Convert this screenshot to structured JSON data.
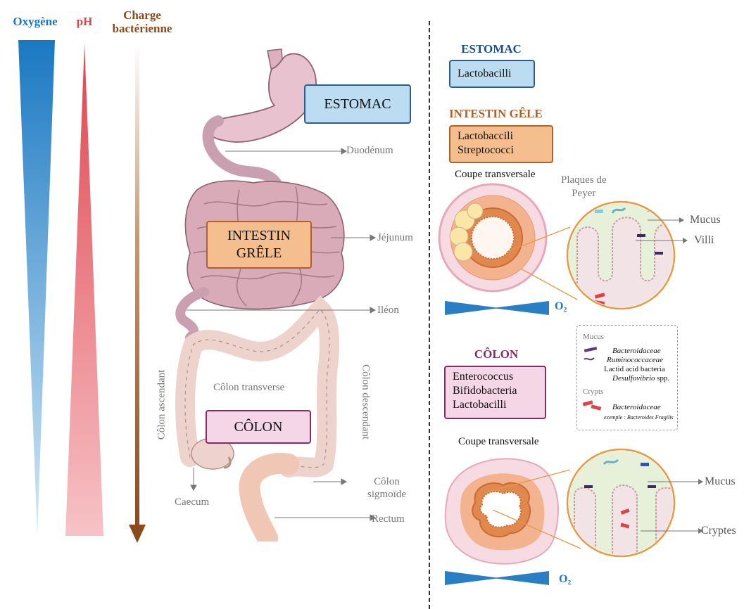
{
  "gradients": {
    "oxygen": {
      "label": "Oxygène",
      "color": "#1a78c2"
    },
    "ph": {
      "label": "pH",
      "color": "#e0454f"
    },
    "bacterial_load": {
      "label_line1": "Charge",
      "label_line2": "bactérienne",
      "color": "#8b4a1c"
    }
  },
  "organs": {
    "estomac": "ESTOMAC",
    "intestin_line1": "INTESTIN",
    "intestin_line2": "GRÊLE",
    "colon": "CÔLON"
  },
  "anatomy_labels": {
    "duodenum": "Duodénum",
    "jejunum": "Jéjunum",
    "ileon": "Iléon",
    "colon_transverse": "Côlon transverse",
    "colon_ascendant": "Côlon ascendant",
    "colon_descendant": "Côlon descendant",
    "caecum": "Caecum",
    "colon_sigmoide_line1": "Côlon",
    "colon_sigmoide_line2": "sigmoïde",
    "rectum": "Rectum"
  },
  "right_panel": {
    "estomac": {
      "title": "ESTOMAC",
      "bacteria": [
        "Lactobacilli"
      ],
      "title_color": "#1f4f8a",
      "box_bg": "#bcdcf2",
      "box_border": "#2c5d8e"
    },
    "intestin": {
      "title": "INTESTIN GÊLE",
      "bacteria": [
        "Lactobaccili",
        "Streptococci"
      ],
      "title_color": "#b0602a",
      "box_bg": "#f5be8e",
      "box_border": "#b0602a"
    },
    "colon": {
      "title": "CÔLON",
      "bacteria": [
        "Enterococcus",
        "Bifidobacteria",
        "Lactobacilli"
      ],
      "title_color": "#8a2a5e",
      "box_bg": "#f4d6e6",
      "box_border": "#8a2a5e"
    },
    "coupe1": {
      "title": "Coupe transversale",
      "plaques_line1": "Plaques de",
      "plaques_line2": "Peyer",
      "mucus": "Mucus",
      "villi": "Villi",
      "o2": "O₂"
    },
    "coupe2": {
      "title": "Coupe transversale",
      "mucus": "Mucus",
      "cryptes": "Cryptes",
      "o2": "O₂"
    },
    "legend": {
      "mucus_header": "Mucus",
      "mucus_items": [
        "Bacteroidaceae",
        "Ruminococcaceae",
        "Lactid acid bacteria",
        "Desulfovibrio"
      ],
      "desulfo_suffix": " spp.",
      "crypts_header": "Crypts",
      "crypts_item": "Bacteroidaceae",
      "crypts_example": "exemple : Bacteroides Fragilis"
    }
  }
}
